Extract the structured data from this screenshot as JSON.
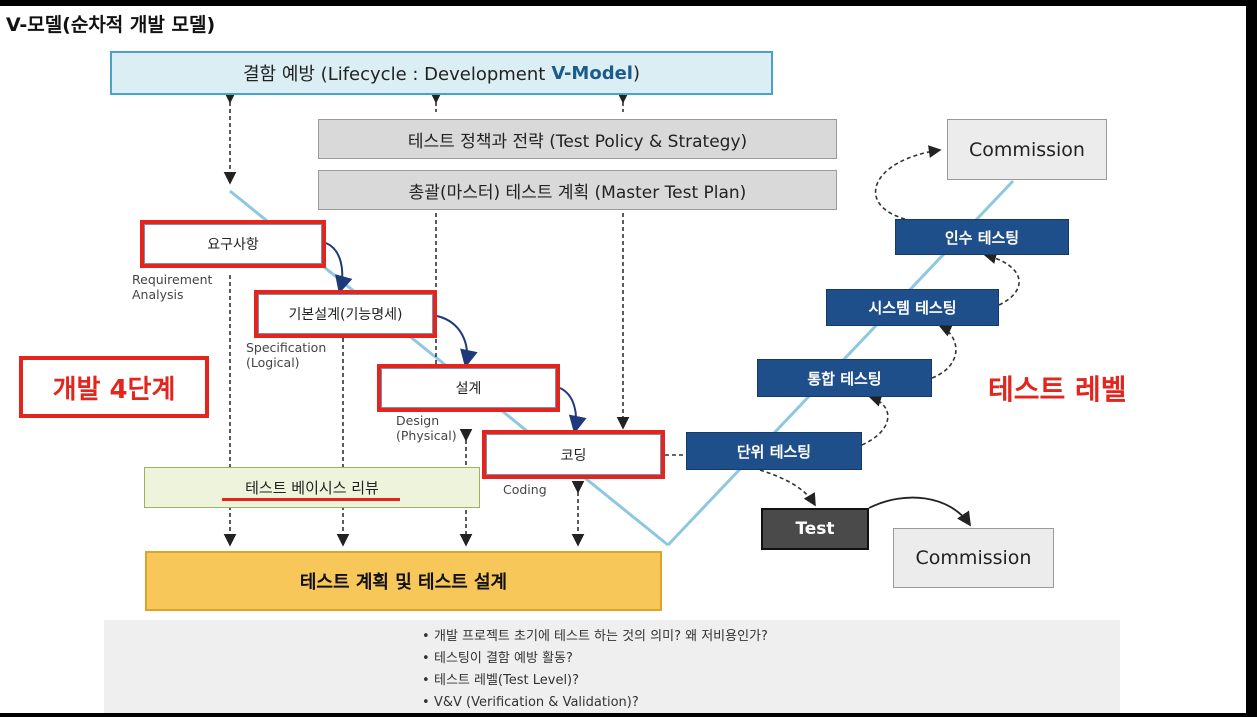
{
  "title": "V-모델(순차적 개발 모델)",
  "lifecycle": {
    "prefix": "결함 예방 (Lifecycle : Development",
    "vmodel": "V-Model",
    "suffix": ")"
  },
  "policy": "테스트 정책과 전략 (Test Policy & Strategy)",
  "master_plan": "총괄(마스터) 테스트 계획 (Master Test Plan)",
  "stages": {
    "requirement": {
      "label": "요구사항",
      "caption": [
        "Requirement",
        "Analysis"
      ]
    },
    "spec": {
      "label": "기본설계(기능명세)",
      "caption": [
        "Specification",
        "(Logical)"
      ]
    },
    "design": {
      "label": "설계",
      "caption": [
        "Design",
        "(Physical)"
      ]
    },
    "coding": {
      "label": "코딩",
      "caption": [
        "Coding"
      ]
    }
  },
  "dev_four_stages": "개발 4단계",
  "test_basis_review": "테스트 베이시스 리뷰",
  "test_plan_design": "테스트 계획 및 테스트 설계",
  "test_levels": {
    "unit": "단위 테스팅",
    "integration": "통합 테스팅",
    "system": "시스템 테스팅",
    "acceptance": "인수 테스팅"
  },
  "commission_top": "Commission",
  "test_box": "Test",
  "commission_bottom": "Commission",
  "test_level_label": "테스트 레벨",
  "notes": [
    "개발 프로젝트 초기에 테스트 하는 것의 의미? 왜 저비용인가?",
    "테스팅이 결함 예방 활동?",
    "테스트 레벨(Test Level)?",
    "V&V (Verification & Validation)?"
  ],
  "colors": {
    "accent_red": "#e3251d",
    "level_blue": "#1f4f8a",
    "v_line": "#8ec8e0",
    "plan_orange": "#f8c75a"
  }
}
